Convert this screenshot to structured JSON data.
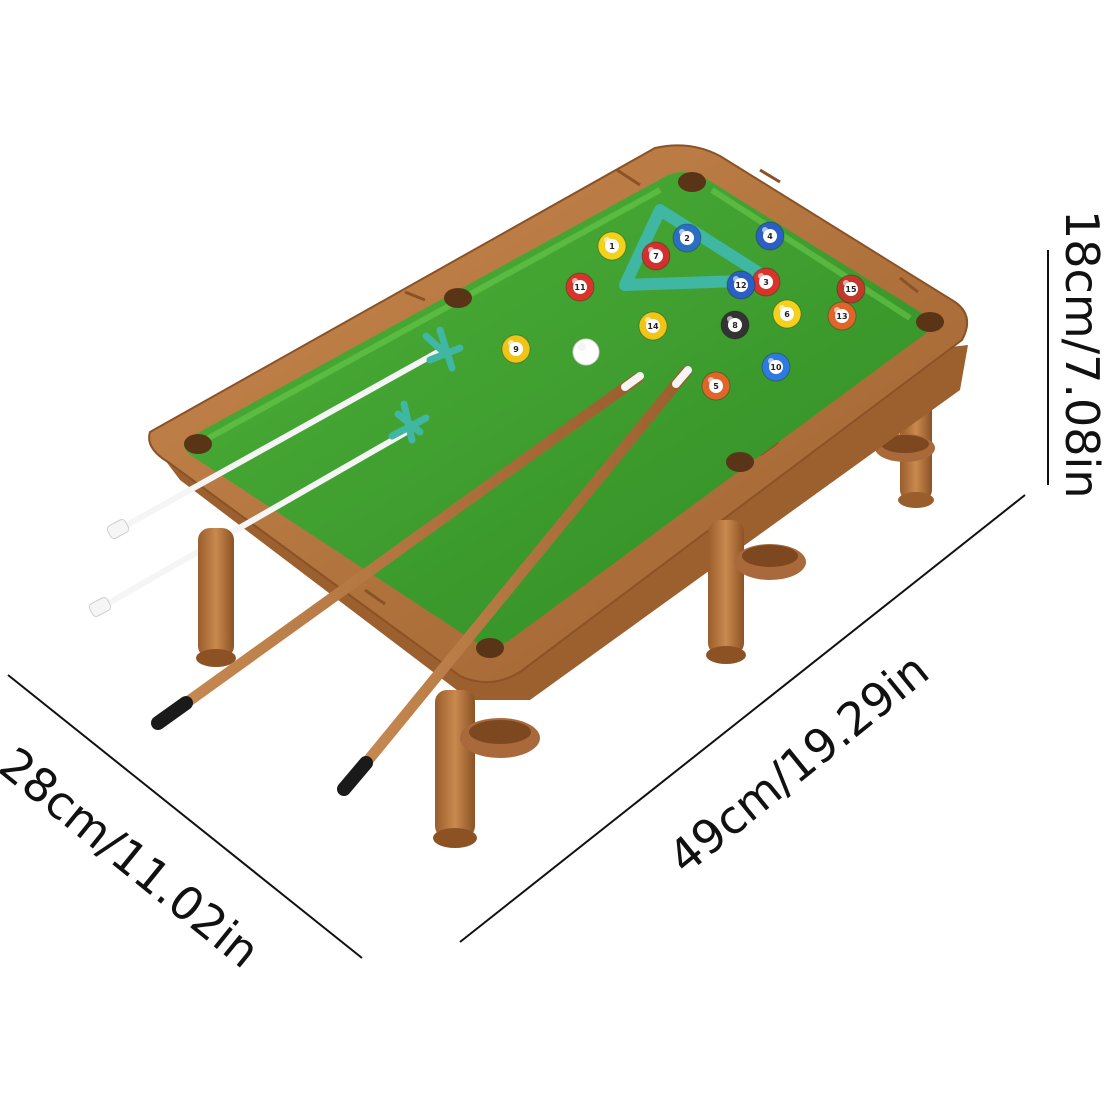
{
  "dimensions": {
    "width_label": "28cm/11.02in",
    "length_label": "49cm/19.29in",
    "height_label": "18cm/7.08in"
  },
  "balls": [
    {
      "number": "1",
      "color": "#f2d21a"
    },
    {
      "number": "2",
      "color": "#2b6fc4"
    },
    {
      "number": "3",
      "color": "#d8342b"
    },
    {
      "number": "4",
      "color": "#2b5fc4"
    },
    {
      "number": "5",
      "color": "#e0652a"
    },
    {
      "number": "6",
      "color": "#f3d11c"
    },
    {
      "number": "7",
      "color": "#d32f2f"
    },
    {
      "number": "8",
      "color": "#333333"
    },
    {
      "number": "9",
      "color": "#f0c419"
    },
    {
      "number": "10",
      "color": "#2f7ae0"
    },
    {
      "number": "11",
      "color": "#d8342b"
    },
    {
      "number": "12",
      "color": "#2b5fc4"
    },
    {
      "number": "13",
      "color": "#e0652a"
    },
    {
      "number": "14",
      "color": "#f0c419"
    },
    {
      "number": "15",
      "color": "#c0392b"
    }
  ],
  "colors": {
    "felt": "#3b9b2c",
    "felt_light": "#56b63b",
    "wood": "#b8763f",
    "wood_dark": "#8a5226",
    "rack": "#3fb7a3",
    "bridge": "#3fb7a3",
    "cue_tip": "#1a1a1a",
    "cue_ball": "#ffffff"
  }
}
